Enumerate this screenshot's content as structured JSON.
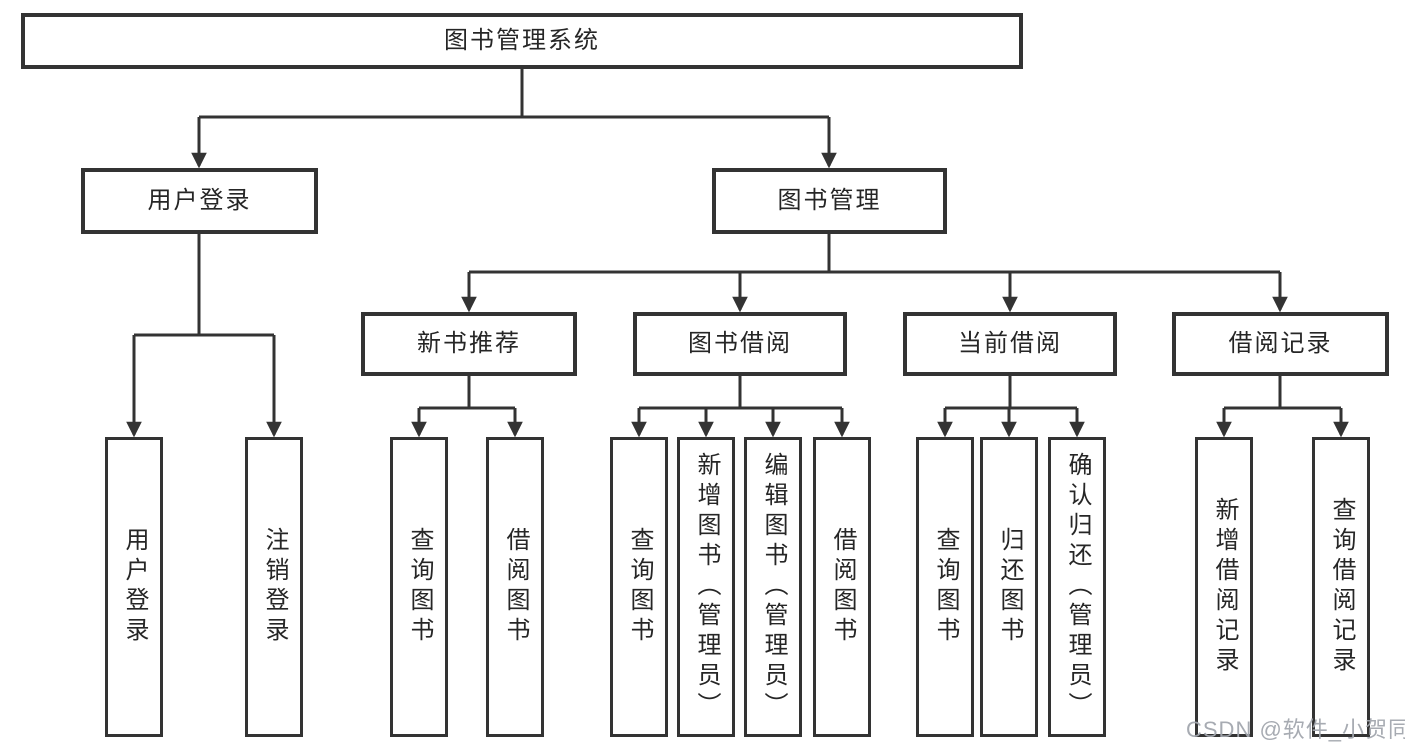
{
  "diagram": {
    "type": "hierarchy",
    "title": "图书管理系统",
    "colors": {
      "line": "#333333",
      "box_border": "#333333",
      "box_fill": "#ffffff",
      "text": "#262626",
      "background": "#ffffff",
      "watermark": "#a2a6ae"
    },
    "edges": [
      {
        "from": "图书管理系统",
        "to": [
          "用户登录",
          "图书管理"
        ]
      },
      {
        "from": "用户登录",
        "to": [
          "用户登录",
          "注销登录"
        ]
      },
      {
        "from": "图书管理",
        "to": [
          "新书推荐",
          "图书借阅",
          "当前借阅",
          "借阅记录"
        ]
      },
      {
        "from": "新书推荐",
        "to": [
          "查询图书",
          "借阅图书"
        ]
      },
      {
        "from": "图书借阅",
        "to": [
          "查询图书",
          "新增图书（管理员）",
          "编辑图书（管理员）",
          "借阅图书"
        ]
      },
      {
        "from": "当前借阅",
        "to": [
          "查询图书",
          "归还图书",
          "确认归还（管理员）"
        ]
      },
      {
        "from": "借阅记录",
        "to": [
          "新增借阅记录",
          "查询借阅记录"
        ]
      }
    ]
  },
  "nodes": {
    "root": {
      "label": "图书管理系统"
    },
    "user_login": {
      "label": "用户登录"
    },
    "book_mgmt": {
      "label": "图书管理"
    },
    "new_book_rec": {
      "label": "新书推荐"
    },
    "book_borrow": {
      "label": "图书借阅"
    },
    "current_borrow": {
      "label": "当前借阅"
    },
    "borrow_records": {
      "label": "借阅记录"
    },
    "leaf_user_login": {
      "label": "用户登录"
    },
    "leaf_logout": {
      "label": "注销登录"
    },
    "leaf_query_book_rec": {
      "label": "查询图书"
    },
    "leaf_borrow_book_rec": {
      "label": "借阅图书"
    },
    "leaf_query_book_borrow": {
      "label": "查询图书"
    },
    "leaf_add_book_admin": {
      "label": "新增图书（管理员）"
    },
    "leaf_edit_book_admin": {
      "label": "编辑图书（管理员）"
    },
    "leaf_borrow_book": {
      "label": "借阅图书"
    },
    "leaf_query_book_current": {
      "label": "查询图书"
    },
    "leaf_return_book": {
      "label": "归还图书"
    },
    "leaf_confirm_return_admin": {
      "label": "确认归还（管理员）"
    },
    "leaf_add_borrow_record": {
      "label": "新增借阅记录"
    },
    "leaf_query_borrow_record": {
      "label": "查询借阅记录"
    }
  },
  "watermark": "CSDN @软件_小贺同学"
}
